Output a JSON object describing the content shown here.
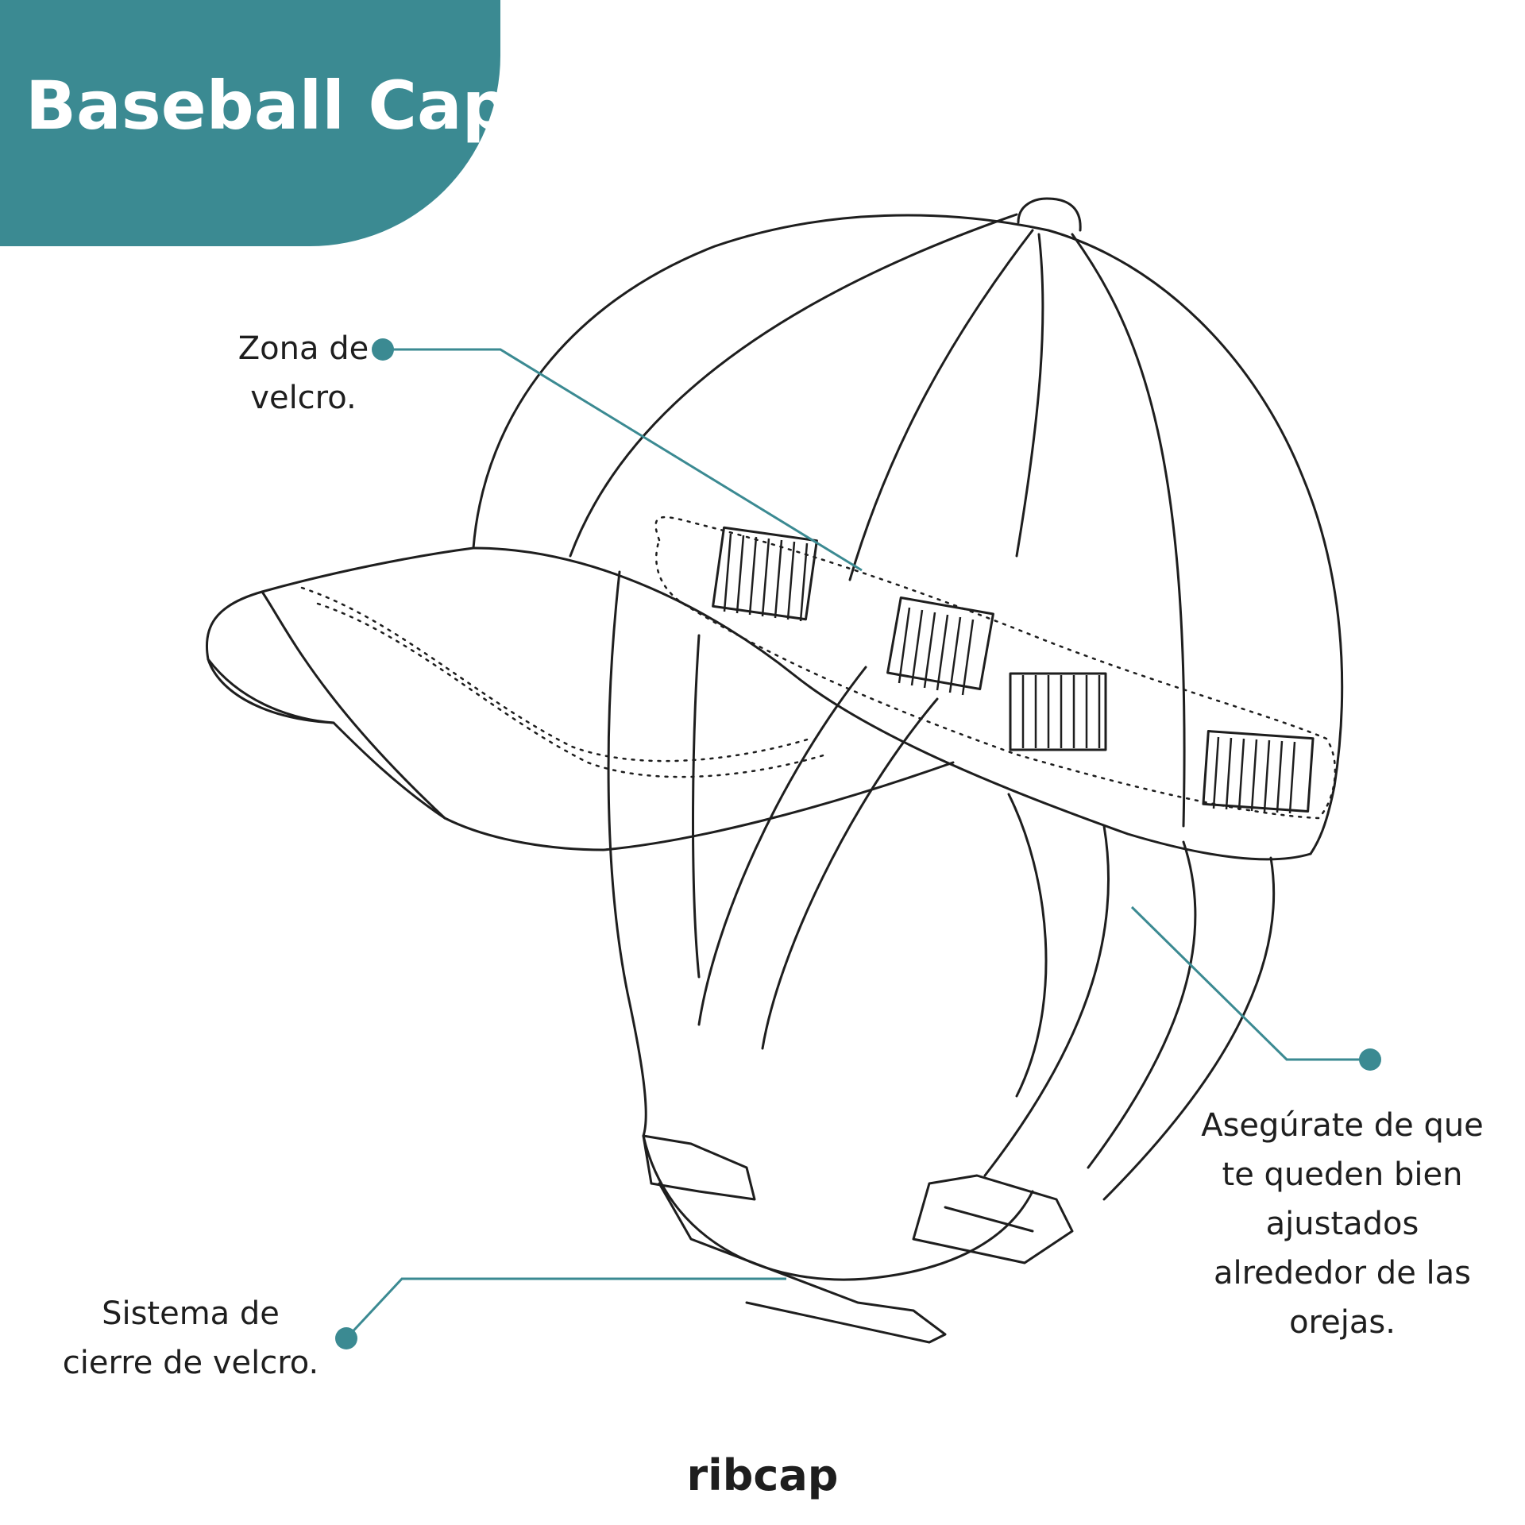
{
  "title": "Baseball Cap",
  "brand": "ribcap",
  "colors": {
    "accent": "#3b8a92",
    "line": "#1e1e1e",
    "background": "#ffffff"
  },
  "callouts": {
    "velcro_zone": {
      "lines": [
        "Zona de",
        "velcro."
      ]
    },
    "velcro_closure": {
      "lines": [
        "Sistema de",
        "cierre de velcro."
      ]
    },
    "ears_fit": {
      "lines": [
        "Asegúrate de que",
        "te queden bien",
        "ajustados",
        "alrededor de las",
        "orejas."
      ]
    }
  }
}
